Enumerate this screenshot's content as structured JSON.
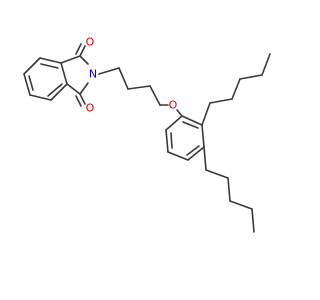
{
  "structure": {
    "atoms": {
      "oxygen_top": "O",
      "nitrogen": "N",
      "oxygen_bottom": "O",
      "oxygen_ether": "O"
    },
    "colors": {
      "bond": "#3a3a3a",
      "oxygen": "#e60000",
      "nitrogen": "#0000e6",
      "background": "#ffffff"
    }
  }
}
